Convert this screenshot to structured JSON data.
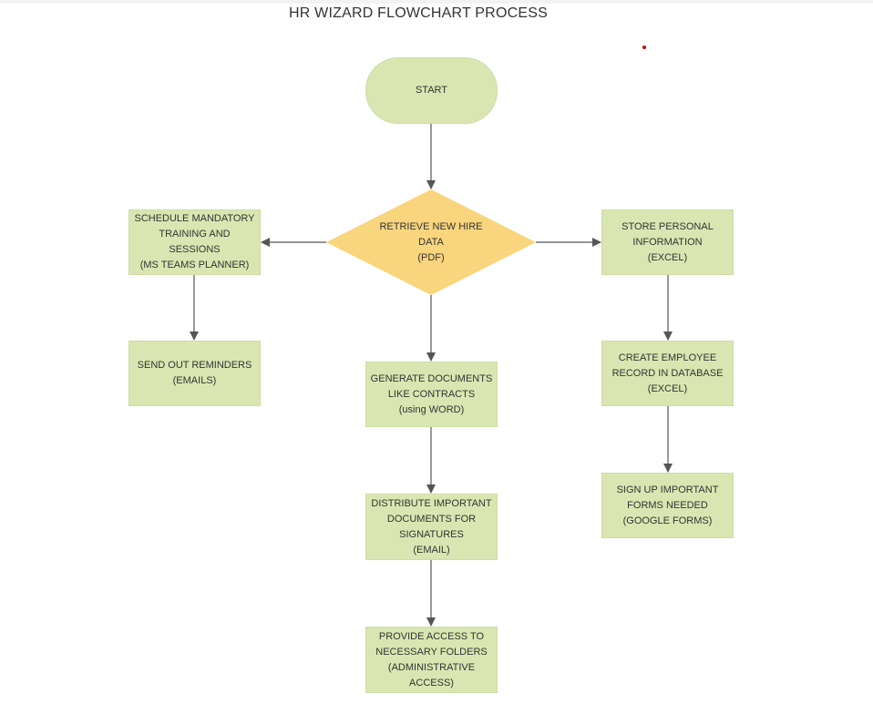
{
  "title": "HR WIZARD FLOWCHART PROCESS",
  "colors": {
    "process_fill": "#d9e6b1",
    "decision_fill": "#f9d57e",
    "arrow": "#555555",
    "marker": "#d40000"
  },
  "nodes": {
    "start": "START",
    "retrieve": "RETRIEVE NEW HIRE\nDATA\n(PDF)",
    "schedule": "SCHEDULE MANDATORY\nTRAINING AND SESSIONS\n(MS TEAMS PLANNER)",
    "reminders": "SEND OUT REMINDERS\n(EMAILS)",
    "store": "STORE PERSONAL\nINFORMATION\n(EXCEL)",
    "create_record": "CREATE EMPLOYEE\nRECORD IN DATABASE\n(EXCEL)",
    "sign_up": "SIGN UP IMPORTANT\nFORMS NEEDED\n(GOOGLE FORMS)",
    "generate": "GENERATE DOCUMENTS\nLIKE CONTRACTS\n(using WORD)",
    "distribute": "DISTRIBUTE IMPORTANT\nDOCUMENTS  FOR\nSIGNATURES\n(EMAIL)",
    "provide_access": "PROVIDE ACCESS TO\nNECESSARY FOLDERS\n(ADMINISTRATIVE\nACCESS)"
  }
}
